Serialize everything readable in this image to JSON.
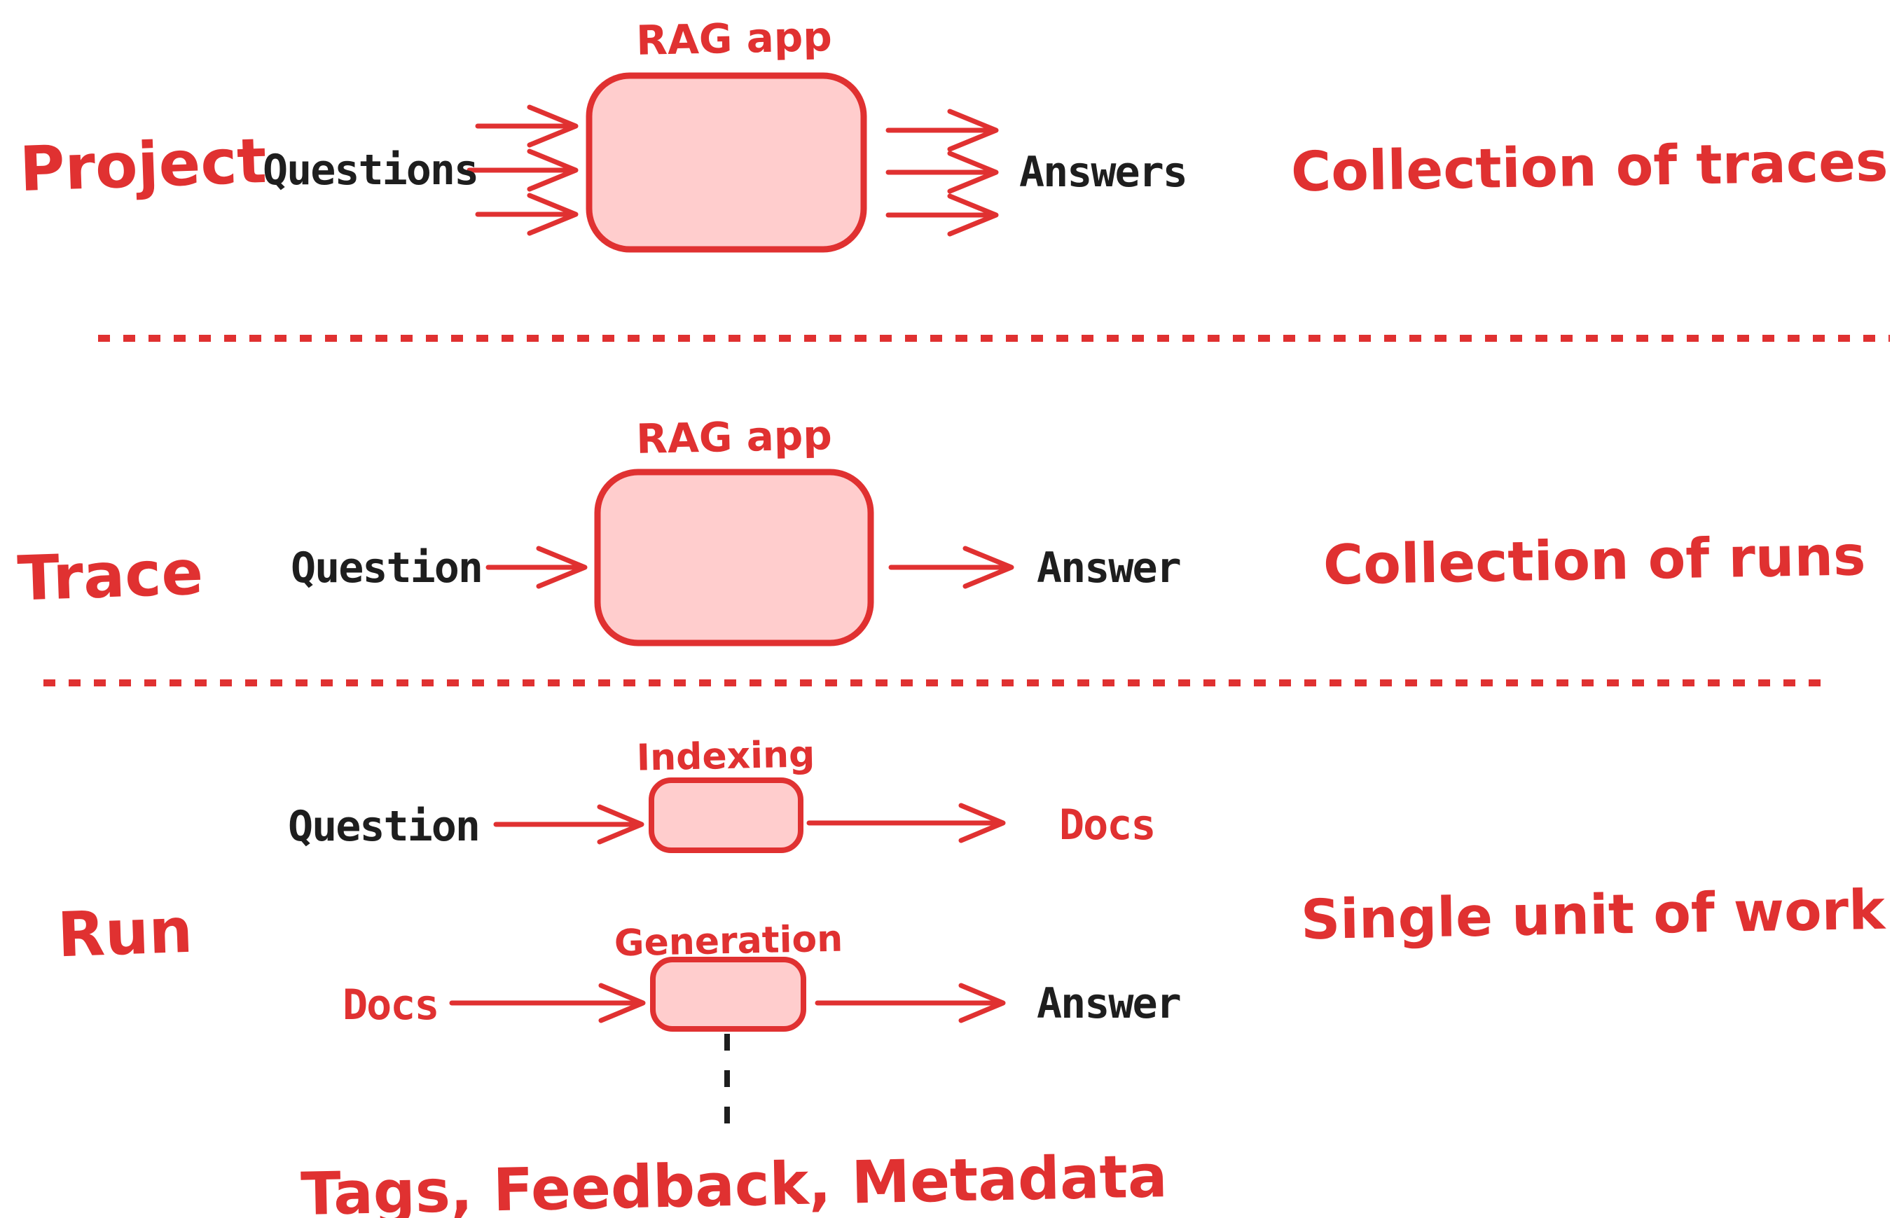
{
  "colors": {
    "red": "#e03131",
    "pink": "#ffcdcd",
    "ink": "#1e1e1e"
  },
  "sections": {
    "project": {
      "label": "Project",
      "box_title": "RAG app",
      "input_label": "Questions",
      "output_label": "Answers",
      "annotation": "Collection of traces"
    },
    "trace": {
      "label": "Trace",
      "box_title": "RAG app",
      "input_label": "Question",
      "output_label": "Answer",
      "annotation": "Collection of runs"
    },
    "run": {
      "label": "Run",
      "annotation": "Single unit of work",
      "indexing_step": {
        "box_title": "Indexing",
        "input_label": "Question",
        "output_label": "Docs"
      },
      "generation_step": {
        "box_title": "Generation",
        "input_label": "Docs",
        "output_label": "Answer"
      },
      "footnote": "Tags, Feedback, Metadata"
    }
  }
}
